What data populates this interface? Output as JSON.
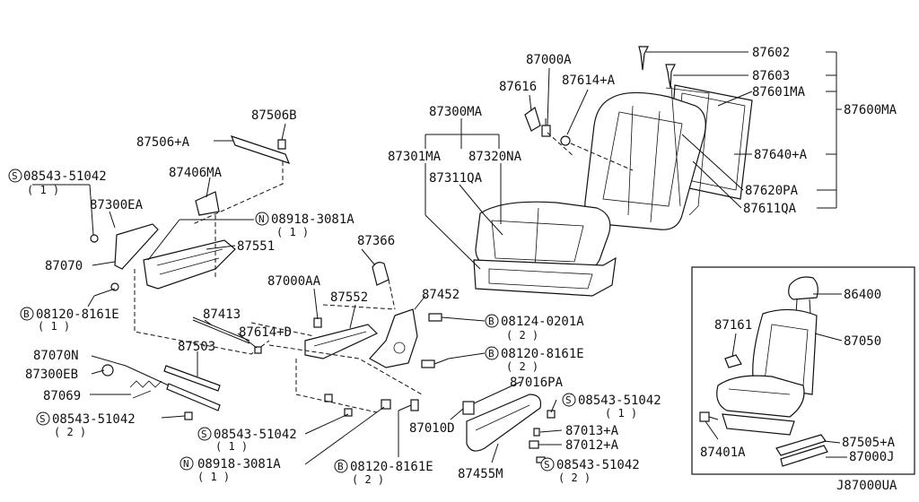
{
  "part_labels": {
    "p87602": "87602",
    "p87603": "87603",
    "p87601MA": "87601MA",
    "p87600MA": "87600MA",
    "p87640A": "87640+A",
    "p87620PA": "87620PA",
    "p87611QA": "87611QA",
    "p87000A": "87000A",
    "p87616": "87616",
    "p87614A": "87614+A",
    "p87300MA": "87300MA",
    "p87301MA": "87301MA",
    "p87320NA": "87320NA",
    "p87311QA": "87311QA",
    "p87506B": "87506B",
    "p87506A": "87506+A",
    "p87406MA": "87406MA",
    "p87300EA": "87300EA",
    "p87551": "87551",
    "p87070": "87070",
    "p87366": "87366",
    "p87000AA": "87000AA",
    "p87552": "87552",
    "p87452": "87452",
    "p87413": "87413",
    "p87614D": "87614+D",
    "p87503": "87503",
    "p87070N": "87070N",
    "p87300EB": "87300EB",
    "p87069": "87069",
    "p87016PA": "87016PA",
    "p87010D": "87010D",
    "p87013A": "87013+A",
    "p87012A": "87012+A",
    "p87455M": "87455M",
    "p86400": "86400",
    "p87161": "87161",
    "p87050": "87050",
    "p87401A": "87401A",
    "p87505A": "87505+A",
    "p87000J": "87000J"
  },
  "callouts": {
    "c1": {
      "prefix": "S",
      "number": "08543-51042",
      "qty": "( 1 )"
    },
    "c2": {
      "prefix": "N",
      "number": "08918-3081A",
      "qty": "( 1 )"
    },
    "c3": {
      "prefix": "B",
      "number": "08120-8161E",
      "qty": "( 1 )"
    },
    "c4": {
      "prefix": "B",
      "number": "08124-0201A",
      "qty": "( 2 )"
    },
    "c5": {
      "prefix": "B",
      "number": "08120-8161E",
      "qty": "( 2 )"
    },
    "c6": {
      "prefix": "S",
      "number": "08543-51042",
      "qty": "( 1 )"
    },
    "c7": {
      "prefix": "S",
      "number": "08543-51042",
      "qty": "( 2 )"
    },
    "c8": {
      "prefix": "S",
      "number": "08543-51042",
      "qty": "( 1 )"
    },
    "c9": {
      "prefix": "N",
      "number": "08918-3081A",
      "qty": "( 1 )"
    },
    "c10": {
      "prefix": "B",
      "number": "08120-8161E",
      "qty": "( 2 )"
    },
    "c11": {
      "prefix": "S",
      "number": "08543-51042",
      "qty": "( 2 )"
    }
  },
  "diagram_code": "J87000UA"
}
